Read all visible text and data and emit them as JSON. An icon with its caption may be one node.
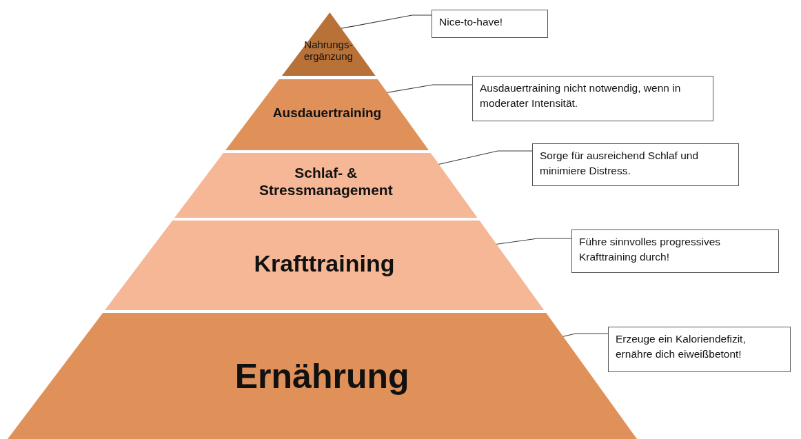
{
  "diagram": {
    "nodes": [
      {
        "text": [
          "Nahrungs- ergänzung"
        ]
      },
      {
        "text": [
          "Ausdauertraining"
        ]
      },
      {
        "text": [
          "Schlaf- & Stressmanagement"
        ]
      },
      {
        "text": [
          "Krafttraining"
        ]
      },
      {
        "text": [
          "Ernährung"
        ]
      },
      {
        "text": [
          "Nice-to-have!"
        ]
      },
      {
        "text": [
          "Ausdauertraining nicht notwendig, wenn in moderater Intensität."
        ]
      },
      {
        "text": [
          "Sorge für ausreichend Schlaf und minimiere Distress."
        ]
      },
      {
        "text": [
          "Führe sinnvolles progressives Krafttraining durch!"
        ]
      },
      {
        "text": [
          "Erzeuge ein Kaloriendefizit, ernähre dich eiweißbetont!"
        ]
      }
    ],
    "edges": [
      {
        "from": 5,
        "to": 0,
        "arrow": "none"
      },
      {
        "from": 6,
        "to": 1,
        "arrow": "none"
      },
      {
        "from": 7,
        "to": 2,
        "arrow": "none"
      },
      {
        "from": 8,
        "to": 3,
        "arrow": "none"
      },
      {
        "from": 9,
        "to": 4,
        "arrow": "none"
      }
    ]
  }
}
